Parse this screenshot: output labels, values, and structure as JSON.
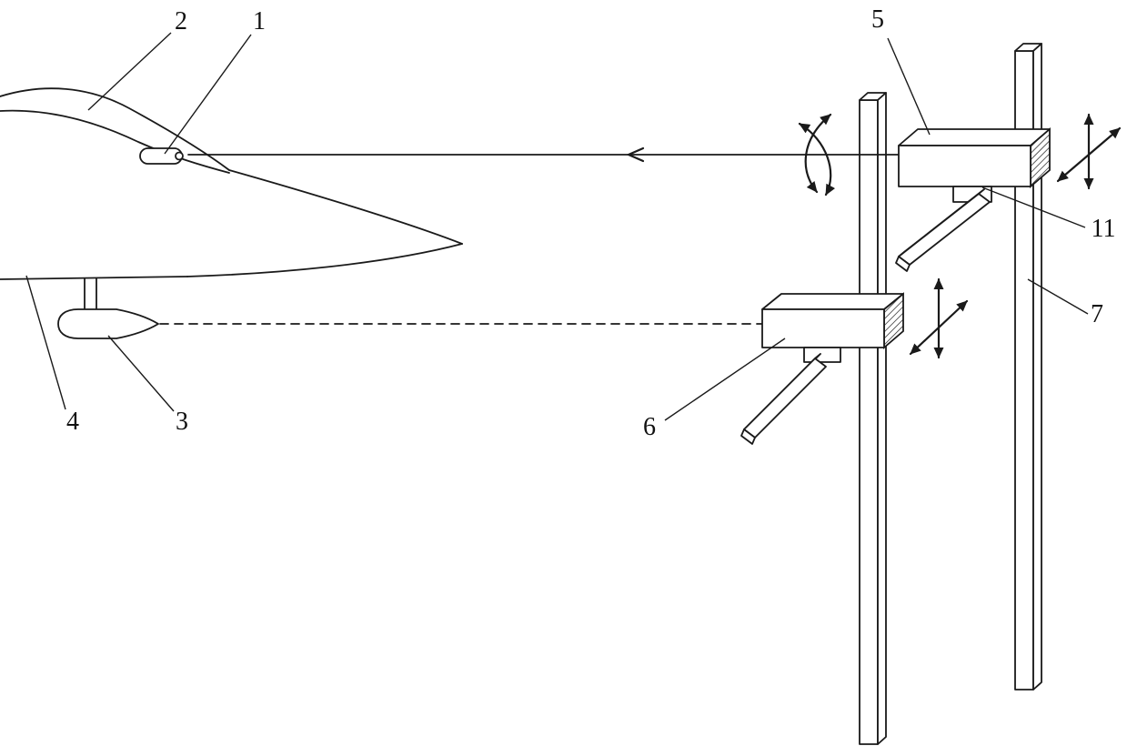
{
  "diagram": {
    "background_color": "#ffffff",
    "line_color": "#1a1a1a",
    "description": "line drawing of aircraft nose with sensor probe and underwing pod aligned to two instrument heads mounted on vertical rails",
    "labels": {
      "n1": "1",
      "n2": "2",
      "n3": "3",
      "n4": "4",
      "n5": "5",
      "n6": "6",
      "n7": "7",
      "n11": "11"
    }
  }
}
